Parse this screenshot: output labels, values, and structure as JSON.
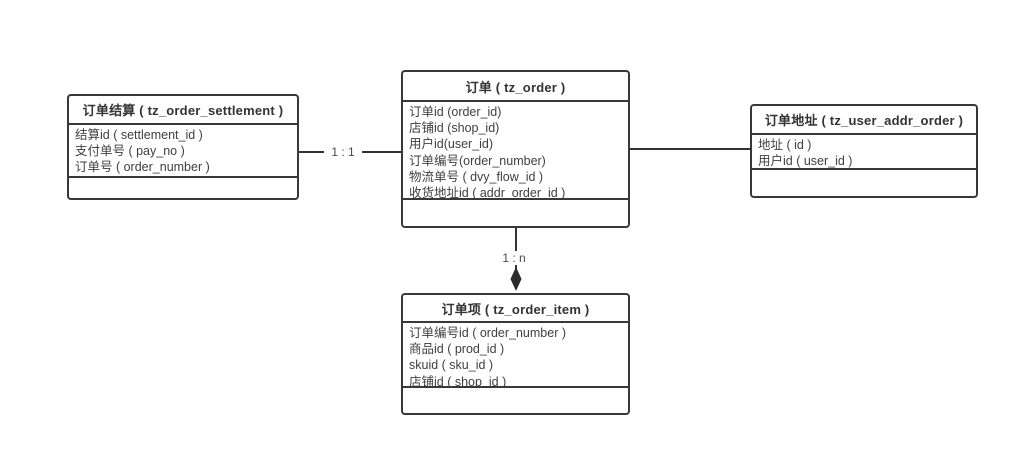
{
  "diagram": {
    "colors": {
      "border": "#383838",
      "line": "#333333",
      "text": "#3f3f3f",
      "background": "#ffffff"
    },
    "entities": [
      {
        "id": "order_settlement",
        "title": "订单结算 ( tz_order_settlement )",
        "fields": [
          "结算id ( settlement_id )",
          "支付单号 ( pay_no )",
          "订单号 ( order_number )"
        ]
      },
      {
        "id": "order",
        "title": "订单 ( tz_order )",
        "fields": [
          "订单id (order_id)",
          "店铺id (shop_id)",
          "用户id(user_id)",
          "订单编号(order_number)",
          "物流单号 ( dvy_flow_id )",
          "收货地址id ( addr_order_id )"
        ]
      },
      {
        "id": "user_addr_order",
        "title": "订单地址 ( tz_user_addr_order )",
        "fields": [
          "地址 ( id )",
          "用户id ( user_id )"
        ]
      },
      {
        "id": "order_item",
        "title": "订单项 ( tz_order_item )",
        "fields": [
          "订单编号id ( order_number )",
          "商品id ( prod_id )",
          "skuid ( sku_id )",
          "店铺id ( shop_id )"
        ]
      }
    ],
    "relations": [
      {
        "from": "order_settlement",
        "to": "order",
        "label": "1 : 1",
        "arrow": "none"
      },
      {
        "from": "order",
        "to": "user_addr_order",
        "label": "",
        "arrow": "none"
      },
      {
        "from": "order",
        "to": "order_item",
        "label": "1 : n",
        "arrow": "diamond"
      }
    ]
  }
}
